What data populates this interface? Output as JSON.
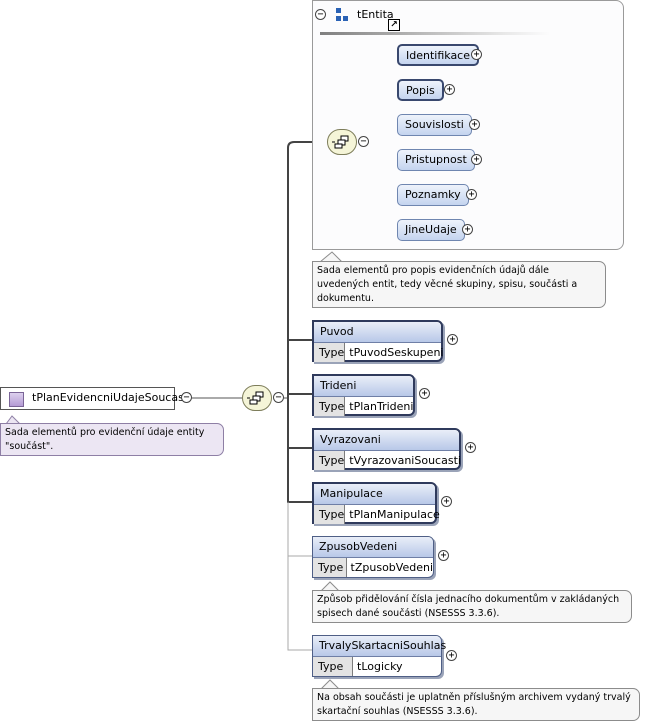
{
  "root": {
    "name": "tPlanEvidencniUdajeSoucasti",
    "annotation": "Sada elementů pro evidenční údaje entity \"součást\"."
  },
  "group": {
    "title": "tEntita",
    "annotation": "Sada elementů pro popis evidenčních údajů dále uvedených entit, tedy věcné skupiny, spisu, součásti a dokumentu.",
    "items": [
      {
        "name": "Identifikace"
      },
      {
        "name": "Popis"
      },
      {
        "name": "Souvislosti"
      },
      {
        "name": "Pristupnost"
      },
      {
        "name": "Poznamky"
      },
      {
        "name": "JineUdaje"
      }
    ]
  },
  "type_label": "Type",
  "elements": [
    {
      "name": "Puvod",
      "type": "tPuvodSeskupeni"
    },
    {
      "name": "Trideni",
      "type": "tPlanTrideni"
    },
    {
      "name": "Vyrazovani",
      "type": "tVyrazovaniSoucasti"
    },
    {
      "name": "Manipulace",
      "type": "tPlanManipulace"
    },
    {
      "name": "ZpusobVedeni",
      "type": "tZpusobVedeni",
      "annotation": "Způsob přidělování čísla jednacího dokumentům v zakládaných spisech dané součásti (NSESSS 3.3.6)."
    },
    {
      "name": "TrvalySkartacniSouhlas",
      "type": "tLogicky",
      "annotation": "Na obsah součásti je uplatněn příslušným archivem vydaný trvalý skartační souhlas (NSESSS 3.3.6)."
    }
  ],
  "icons": {
    "collapse": "minus-circle-icon",
    "expand": "plus-circle-icon",
    "sequence": "sequence-icon",
    "group_tree": "tree-icon",
    "reference": "reference-arrow-icon",
    "element": "complex-type-icon"
  }
}
